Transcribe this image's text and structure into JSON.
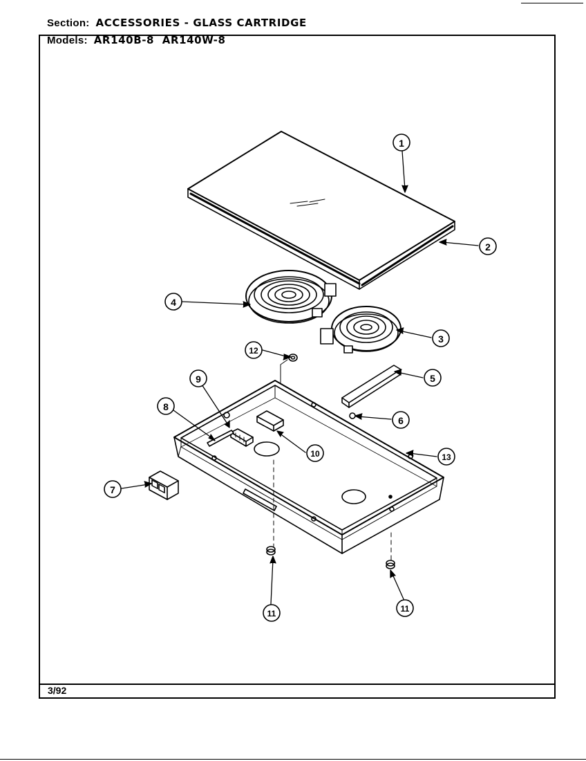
{
  "header": {
    "section_label": "Section:",
    "section_value": "ACCESSORIES - GLASS CARTRIDGE",
    "models_label": "Models:",
    "models_value": "AR140B-8  AR140W-8"
  },
  "footer": {
    "date": "3/92"
  },
  "callouts": [
    {
      "id": "1",
      "label": "1"
    },
    {
      "id": "2",
      "label": "2"
    },
    {
      "id": "3",
      "label": "3"
    },
    {
      "id": "4",
      "label": "4"
    },
    {
      "id": "5",
      "label": "5"
    },
    {
      "id": "6",
      "label": "6"
    },
    {
      "id": "7",
      "label": "7"
    },
    {
      "id": "8",
      "label": "8"
    },
    {
      "id": "9",
      "label": "9"
    },
    {
      "id": "10",
      "label": "10"
    },
    {
      "id": "11a",
      "label": "11"
    },
    {
      "id": "11b",
      "label": "11"
    },
    {
      "id": "12",
      "label": "12"
    },
    {
      "id": "13",
      "label": "13"
    }
  ]
}
